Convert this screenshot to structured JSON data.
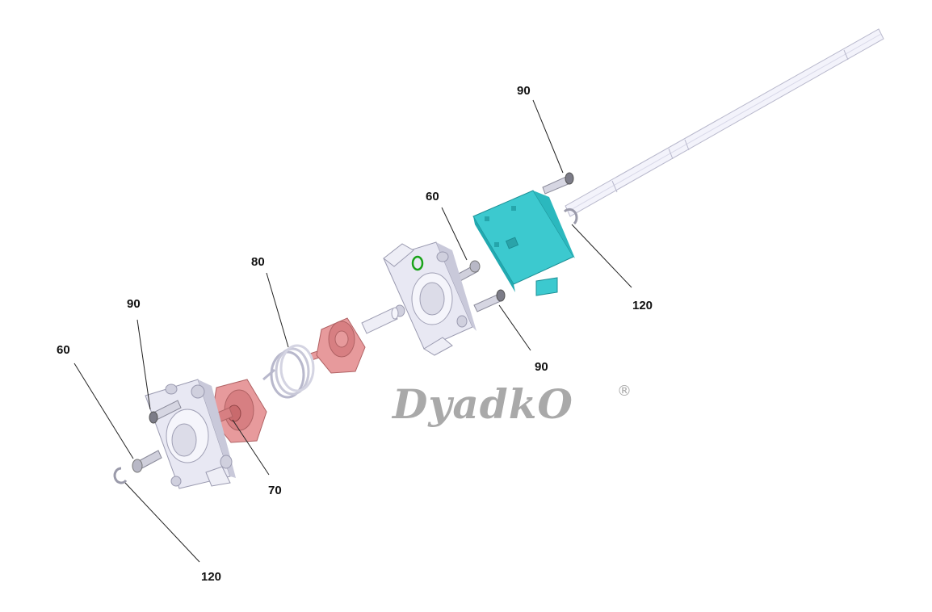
{
  "callouts": [
    {
      "id": "c90-top",
      "label": "90"
    },
    {
      "id": "c60-mid",
      "label": "60"
    },
    {
      "id": "c120-right",
      "label": "120"
    },
    {
      "id": "c80",
      "label": "80"
    },
    {
      "id": "c90-mid",
      "label": "90"
    },
    {
      "id": "c90-left",
      "label": "90"
    },
    {
      "id": "c60-left",
      "label": "60"
    },
    {
      "id": "c70",
      "label": "70"
    },
    {
      "id": "c120-left",
      "label": "120"
    }
  ],
  "watermark": {
    "text": "DyadkO",
    "mark": "®"
  },
  "colors": {
    "housing": "#e8e8f3",
    "housing_shadow": "#c9c9da",
    "hub": "#e79a9c",
    "hub_dark": "#c97274",
    "box": "#3cc9cf",
    "box_dark": "#21a9b0",
    "seal": "#1aa31a",
    "shaft": "#f3f3fb",
    "leader": "#222222",
    "watermark": "#a9a9a9"
  }
}
